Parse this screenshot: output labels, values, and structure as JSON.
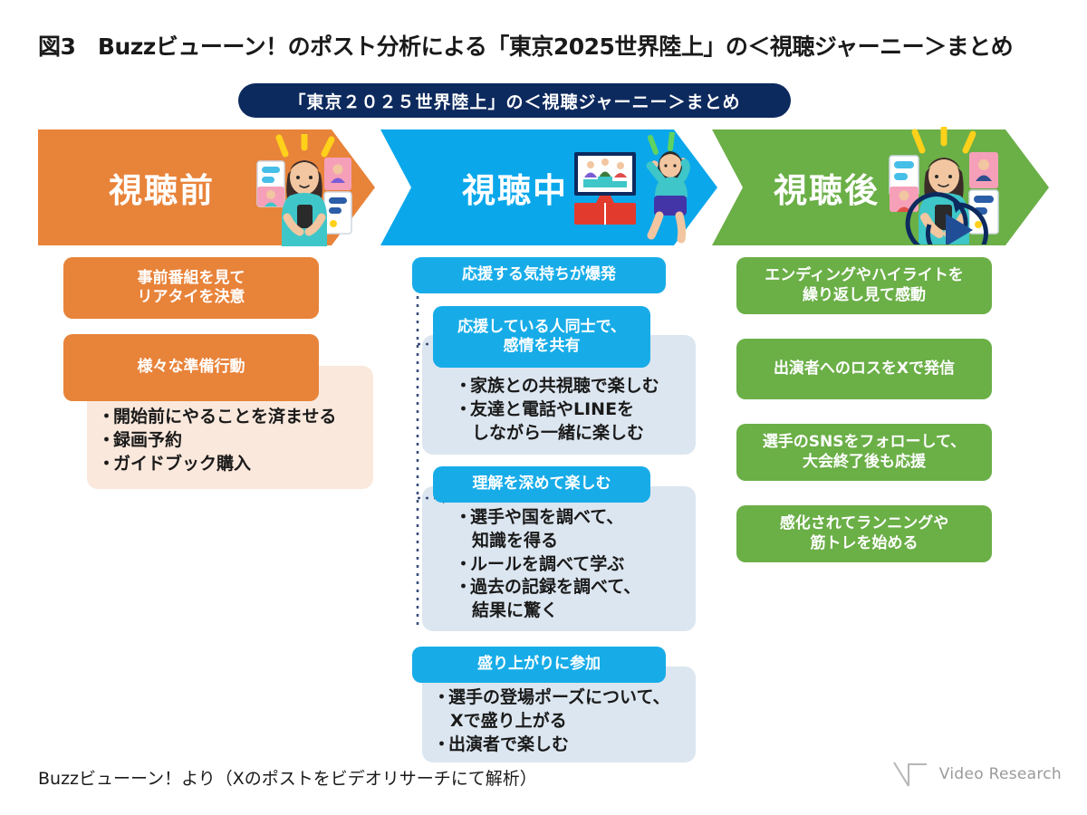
{
  "figure": {
    "title": "図3　Buzzビューーン！のポスト分析による「東京2025世界陸上」の＜視聴ジャーニー＞まとめ",
    "banner": "「東京２０２５世界陸上」の＜視聴ジャーニー＞まとめ",
    "footer_note": "Buzzビューーン！より（Xのポストをビデオリサーチにて解析）",
    "logo_text": "Video Research"
  },
  "colors": {
    "before": "#E8833A",
    "during": "#0BA7EB",
    "after": "#6BAF47",
    "banner": "#0d2a5e",
    "cream_body": "#FAE8DC",
    "lightblue_body": "#DCE6F0",
    "cap_blue": "#17ACE8",
    "connector": "#3a4f7a"
  },
  "stages": [
    {
      "id": "before",
      "label": "視聴前",
      "icon": "person-with-phone-icon",
      "blocks": [
        {
          "cap": [
            "事前番組を見て",
            "リアタイを決意"
          ],
          "items": []
        },
        {
          "cap": [
            "様々な準備行動"
          ],
          "items": [
            [
              "開始前にやることを済ませる"
            ],
            [
              "録画予約"
            ],
            [
              "ガイドブック購入"
            ]
          ]
        }
      ]
    },
    {
      "id": "during",
      "label": "視聴中",
      "icon": "tv-and-cheering-person-icon",
      "blocks": [
        {
          "cap": [
            "応援する気持ちが爆発"
          ],
          "items": []
        },
        {
          "cap": [
            "応援している人同士で、",
            "感情を共有"
          ],
          "items": [
            [
              "家族との共視聴で楽しむ"
            ],
            [
              "友達と電話やLINEを",
              "しながら一緒に楽しむ"
            ]
          ]
        },
        {
          "cap": [
            "理解を深めて楽しむ"
          ],
          "items": [
            [
              "選手や国を調べて、",
              "知識を得る"
            ],
            [
              "ルールを調べて学ぶ"
            ],
            [
              "過去の記録を調べて、",
              "結果に驚く"
            ]
          ]
        },
        {
          "cap": [
            "盛り上がりに参加"
          ],
          "items": [
            [
              "選手の登場ポーズについて、",
              "Xで盛り上がる"
            ],
            [
              "出演者で楽しむ"
            ]
          ]
        }
      ]
    },
    {
      "id": "after",
      "label": "視聴後",
      "icon": "person-with-phone-replay-icon",
      "blocks": [
        {
          "cap": [
            "エンディングやハイライトを",
            "繰り返し見て感動"
          ],
          "items": []
        },
        {
          "cap": [
            "出演者へのロスをXで発信"
          ],
          "items": []
        },
        {
          "cap": [
            "選手のSNSをフォローして、",
            "大会終了後も応援"
          ],
          "items": []
        },
        {
          "cap": [
            "感化されてランニングや",
            "筋トレを始める"
          ],
          "items": []
        }
      ]
    }
  ]
}
